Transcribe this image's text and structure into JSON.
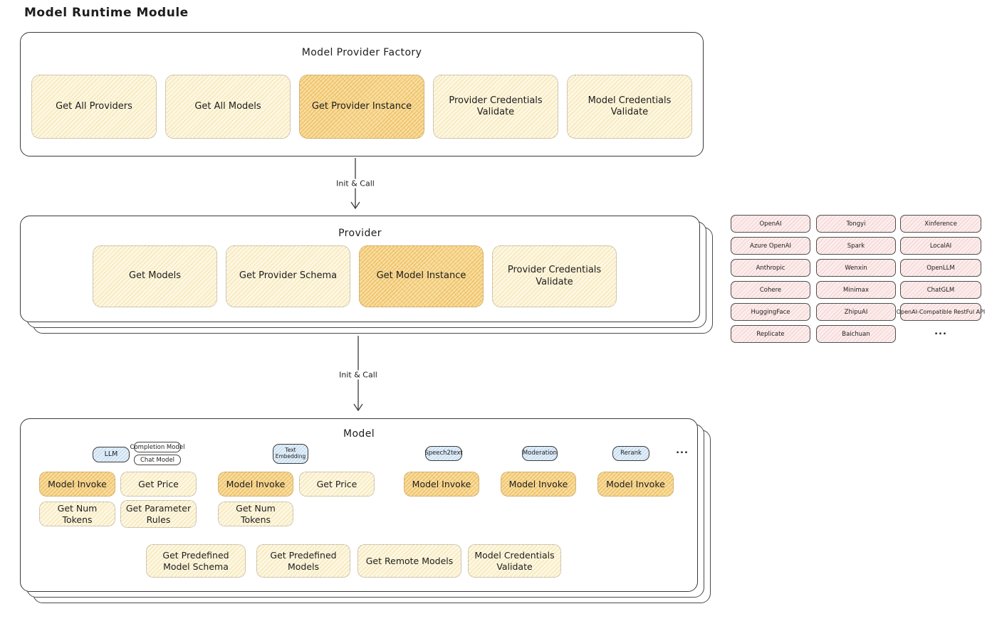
{
  "page_title": "Model Runtime Module",
  "factory": {
    "title": "Model Provider Factory",
    "boxes": [
      "Get All Providers",
      "Get All Models",
      "Get Provider Instance",
      "Provider Credentials Validate",
      "Model Credentials Validate"
    ]
  },
  "arrows": {
    "init_call_1": "Init & Call",
    "init_call_2": "Init & Call"
  },
  "provider": {
    "title": "Provider",
    "boxes": [
      "Get Models",
      "Get Provider Schema",
      "Get Model Instance",
      "Provider Credentials Validate"
    ]
  },
  "providers_panel": {
    "col1": [
      "OpenAI",
      "Azure OpenAI",
      "Anthropic",
      "Cohere",
      "HuggingFace",
      "Replicate"
    ],
    "col2": [
      "Tongyi",
      "Spark",
      "Wenxin",
      "Minimax",
      "ZhipuAI",
      "Baichuan"
    ],
    "col3": [
      "Xinference",
      "LocalAI",
      "OpenLLM",
      "ChatGLM",
      "OpenAI-Compatible RestFul API"
    ],
    "more": "..."
  },
  "model": {
    "title": "Model",
    "tabs": {
      "llm": "LLM",
      "completion": "Completion Model",
      "chat": "Chat Model",
      "text_embedding": "Text Embedding",
      "speech2text": "Speech2text",
      "moderation": "Moderation",
      "rerank": "Rerank",
      "more": "..."
    },
    "ops": {
      "llm": [
        "Model Invoke",
        "Get Price",
        "Get Num Tokens",
        "Get Parameter Rules"
      ],
      "text_embedding": [
        "Model Invoke",
        "Get Price",
        "Get Num Tokens"
      ],
      "speech2text": [
        "Model Invoke"
      ],
      "moderation": [
        "Model Invoke"
      ],
      "rerank": [
        "Model Invoke"
      ]
    },
    "shared": [
      "Get Predefined Model Schema",
      "Get Predefined Models",
      "Get Remote Models",
      "Model Credentials Validate"
    ]
  },
  "colors": {
    "op_light": "#FDF7E2",
    "op_emphasis": "#FAE2A6",
    "provider_pink": "#FCEDEC",
    "tab_blue": "#E3EFF9",
    "border_dark": "#3A3A3A"
  }
}
